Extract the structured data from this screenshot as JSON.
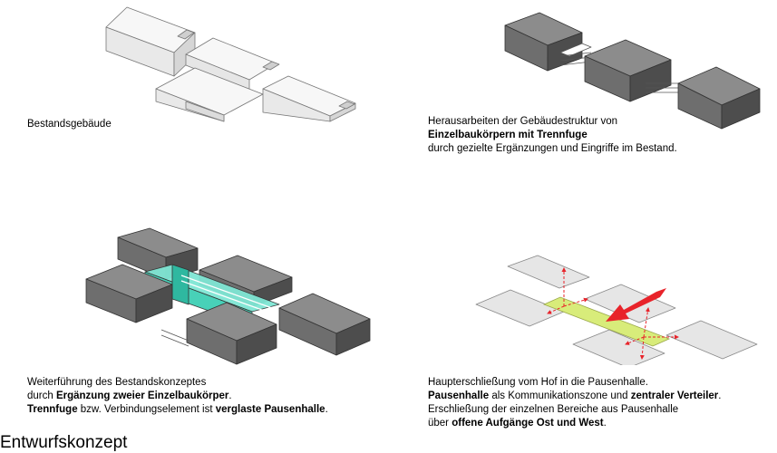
{
  "page_title": "Entwurfskonzept",
  "colors": {
    "existing_building": "#f0f0f0",
    "block_top": "#8a8a8a",
    "block_front": "#6b6b6b",
    "block_side": "#4a4a4a",
    "glass_hall": "#4fd8c0",
    "pause_hall": "#d8ec7a",
    "arrow": "#e8232a"
  },
  "panels": [
    {
      "id": "bestand",
      "lines": [
        [
          {
            "text": "Bestandsgebäude",
            "bold": false
          }
        ]
      ]
    },
    {
      "id": "gebaeudestruktur",
      "lines": [
        [
          {
            "text": "Herausarbeiten der Gebäudestruktur von",
            "bold": false
          }
        ],
        [
          {
            "text": "Einzelbaukörpern mit Trennfuge",
            "bold": true
          }
        ],
        [
          {
            "text": "durch gezielte Ergänzungen und Eingriffe im Bestand.",
            "bold": false
          }
        ]
      ]
    },
    {
      "id": "weiterfuehrung",
      "lines": [
        [
          {
            "text": "Weiterführung des Bestandskonzeptes",
            "bold": false
          }
        ],
        [
          {
            "text": "durch ",
            "bold": false
          },
          {
            "text": "Ergänzung zweier Einzelbaukörper",
            "bold": true
          },
          {
            "text": ".",
            "bold": false
          }
        ],
        [
          {
            "text": "Trennfuge",
            "bold": true
          },
          {
            "text": " bzw. Verbindungselement ist ",
            "bold": false
          },
          {
            "text": "verglaste Pausenhalle",
            "bold": true
          },
          {
            "text": ".",
            "bold": false
          }
        ]
      ]
    },
    {
      "id": "erschliessung",
      "lines": [
        [
          {
            "text": "Haupterschließung vom Hof in die Pausenhalle.",
            "bold": false
          }
        ],
        [
          {
            "text": "Pausenhalle",
            "bold": true
          },
          {
            "text": " als Kommunikationszone und ",
            "bold": false
          },
          {
            "text": "zentraler Verteiler",
            "bold": true
          },
          {
            "text": ".",
            "bold": false
          }
        ],
        [
          {
            "text": "Erschließung der einzelnen Bereiche aus Pausenhalle",
            "bold": false
          }
        ],
        [
          {
            "text": "über ",
            "bold": false
          },
          {
            "text": "offene Aufgänge Ost und West",
            "bold": true
          },
          {
            "text": ".",
            "bold": false
          }
        ]
      ]
    }
  ]
}
